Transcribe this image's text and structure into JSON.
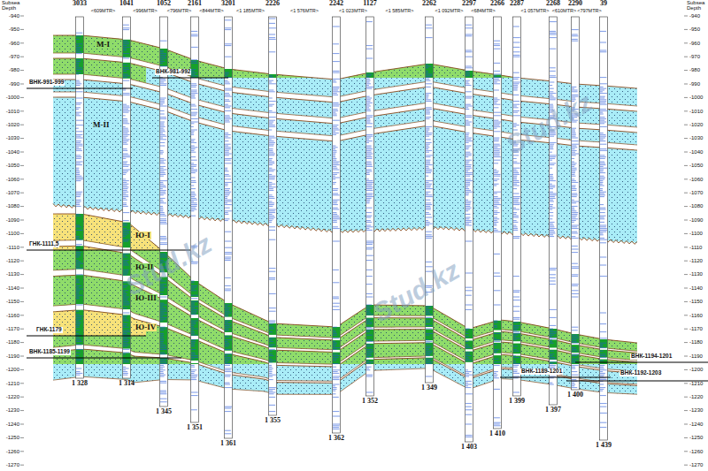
{
  "diagram": {
    "labels": [
      "3033",
      "1041",
      "1052",
      "2161",
      "3201",
      "2226",
      "2242",
      "1127",
      "2262",
      "2297",
      "2266",
      "2287",
      "2268",
      "2290",
      "39",
      "<609MTR>",
      "<996MTR>",
      "<796MTR>",
      "<844MTR>",
      "<1 185MTR>",
      "<1 576MTR>",
      "<1 023MTR>",
      "<1 585MTR>",
      "<1 092MTR>",
      "<684MTR>",
      "<1 057MTR>",
      "<610MTR>",
      "<797MTR>",
      "Subsea Depth",
      "Subsea Depth",
      "-940",
      "-950",
      "-960",
      "-970",
      "-980",
      "-990",
      "-1000",
      "-1010",
      "-1020",
      "-1030",
      "-1040",
      "-1050",
      "-1060",
      "-1070",
      "-1080",
      "-1090",
      "-1100",
      "-1110",
      "-1120",
      "-1130",
      "-1140",
      "-1150",
      "-1160",
      "-1170",
      "-1180",
      "-1190",
      "-1200",
      "-1210",
      "-1220",
      "-1230",
      "-1240",
      "-1250",
      "-1260",
      "-1270",
      "-940",
      "-950",
      "-960",
      "-970",
      "-980",
      "-990",
      "-1000",
      "-1010",
      "-1020",
      "-1030",
      "-1040",
      "-1050",
      "-1060",
      "-1070",
      "-1080",
      "-1090",
      "-1100",
      "-1110",
      "-1120",
      "-1130",
      "-1140",
      "-1150",
      "-1160",
      "-1170",
      "-1180",
      "-1190",
      "-1200",
      "-1210",
      "-1220",
      "-1230",
      "-1240",
      "-1250",
      "-1260",
      "-1270",
      "М-I",
      "М-II",
      "Ю-I",
      "Ю-II",
      "Ю-III",
      "Ю-IV",
      "ВНК-981-992",
      "ВНК-991-999",
      "ГНК-1111,5",
      "ГНК-1179",
      "ВНК-1185-1199",
      "ВНК-1194-1201",
      "ВНК-1192-1203",
      "ВНК-1189-1201",
      "1 328",
      "1 314",
      "1 345",
      "1 351",
      "1 361",
      "1 355",
      "1 362",
      "1 352",
      "1 349",
      "1 403",
      "1 410",
      "1 399",
      "1 397",
      "1 400",
      "1 439",
      "Stud.kz",
      "Stud.kz",
      "Stud.kz"
    ]
  }
}
